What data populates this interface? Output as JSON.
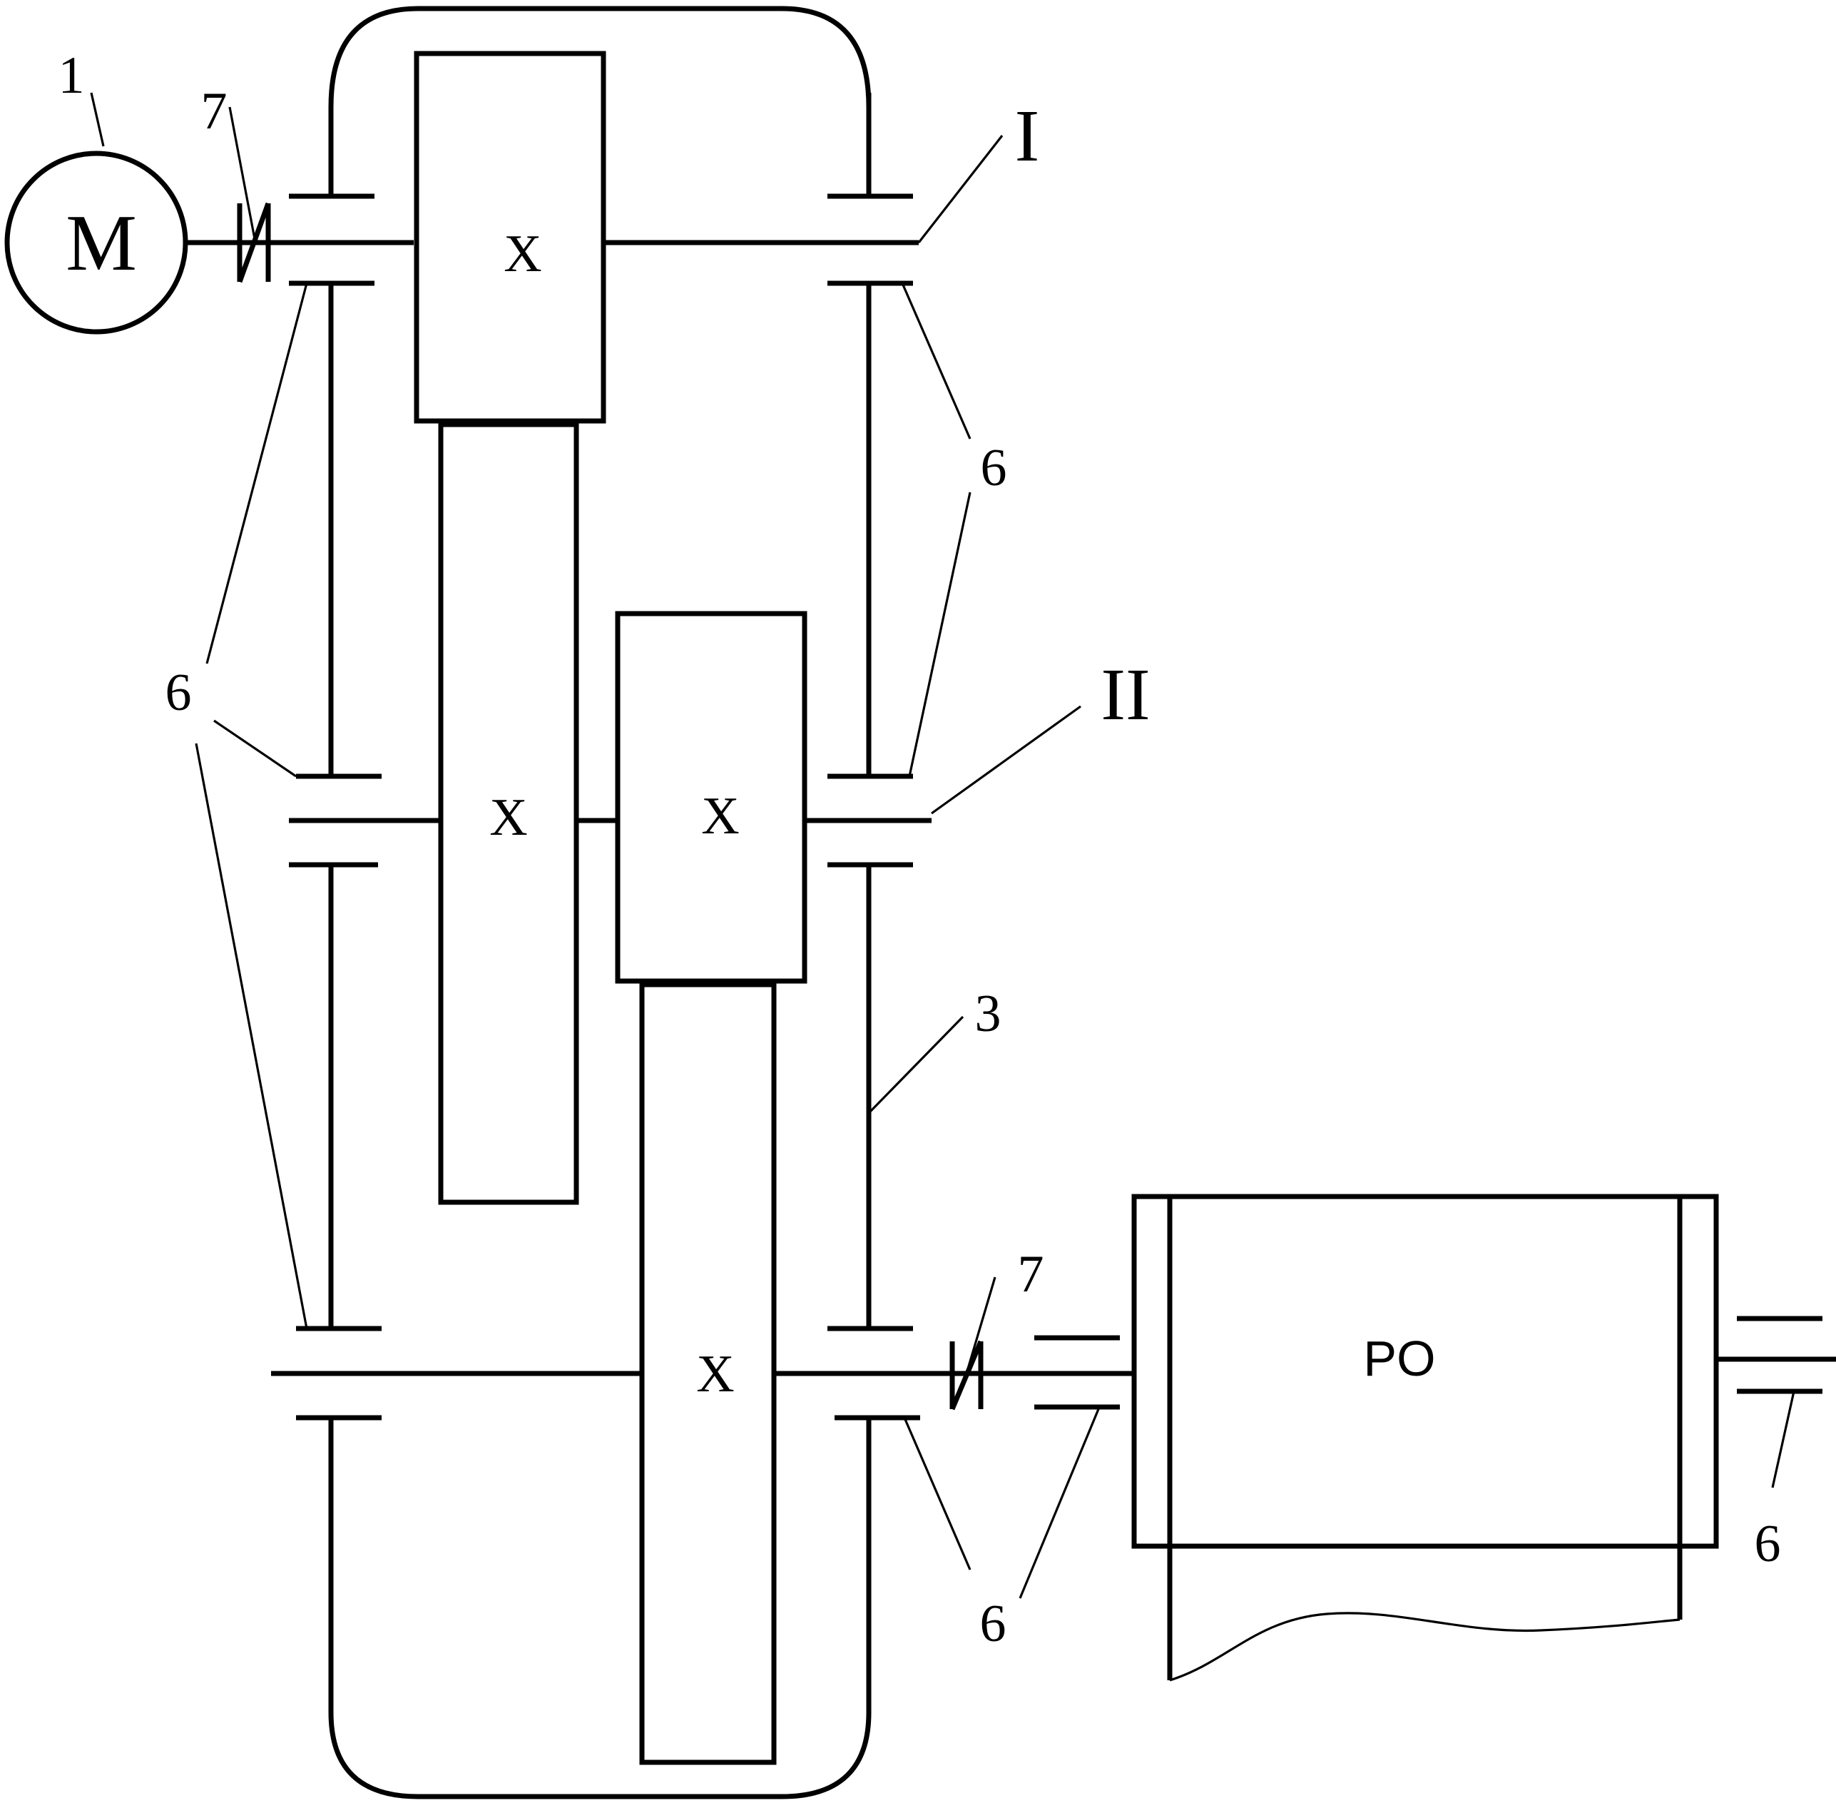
{
  "labels": {
    "motor_symbol": "M",
    "motor_number": "1",
    "coupling_number": "7",
    "shaft_one": "I",
    "shaft_two": "II",
    "housing_number": "3",
    "bearing_number": "6",
    "working_body": "PO"
  }
}
